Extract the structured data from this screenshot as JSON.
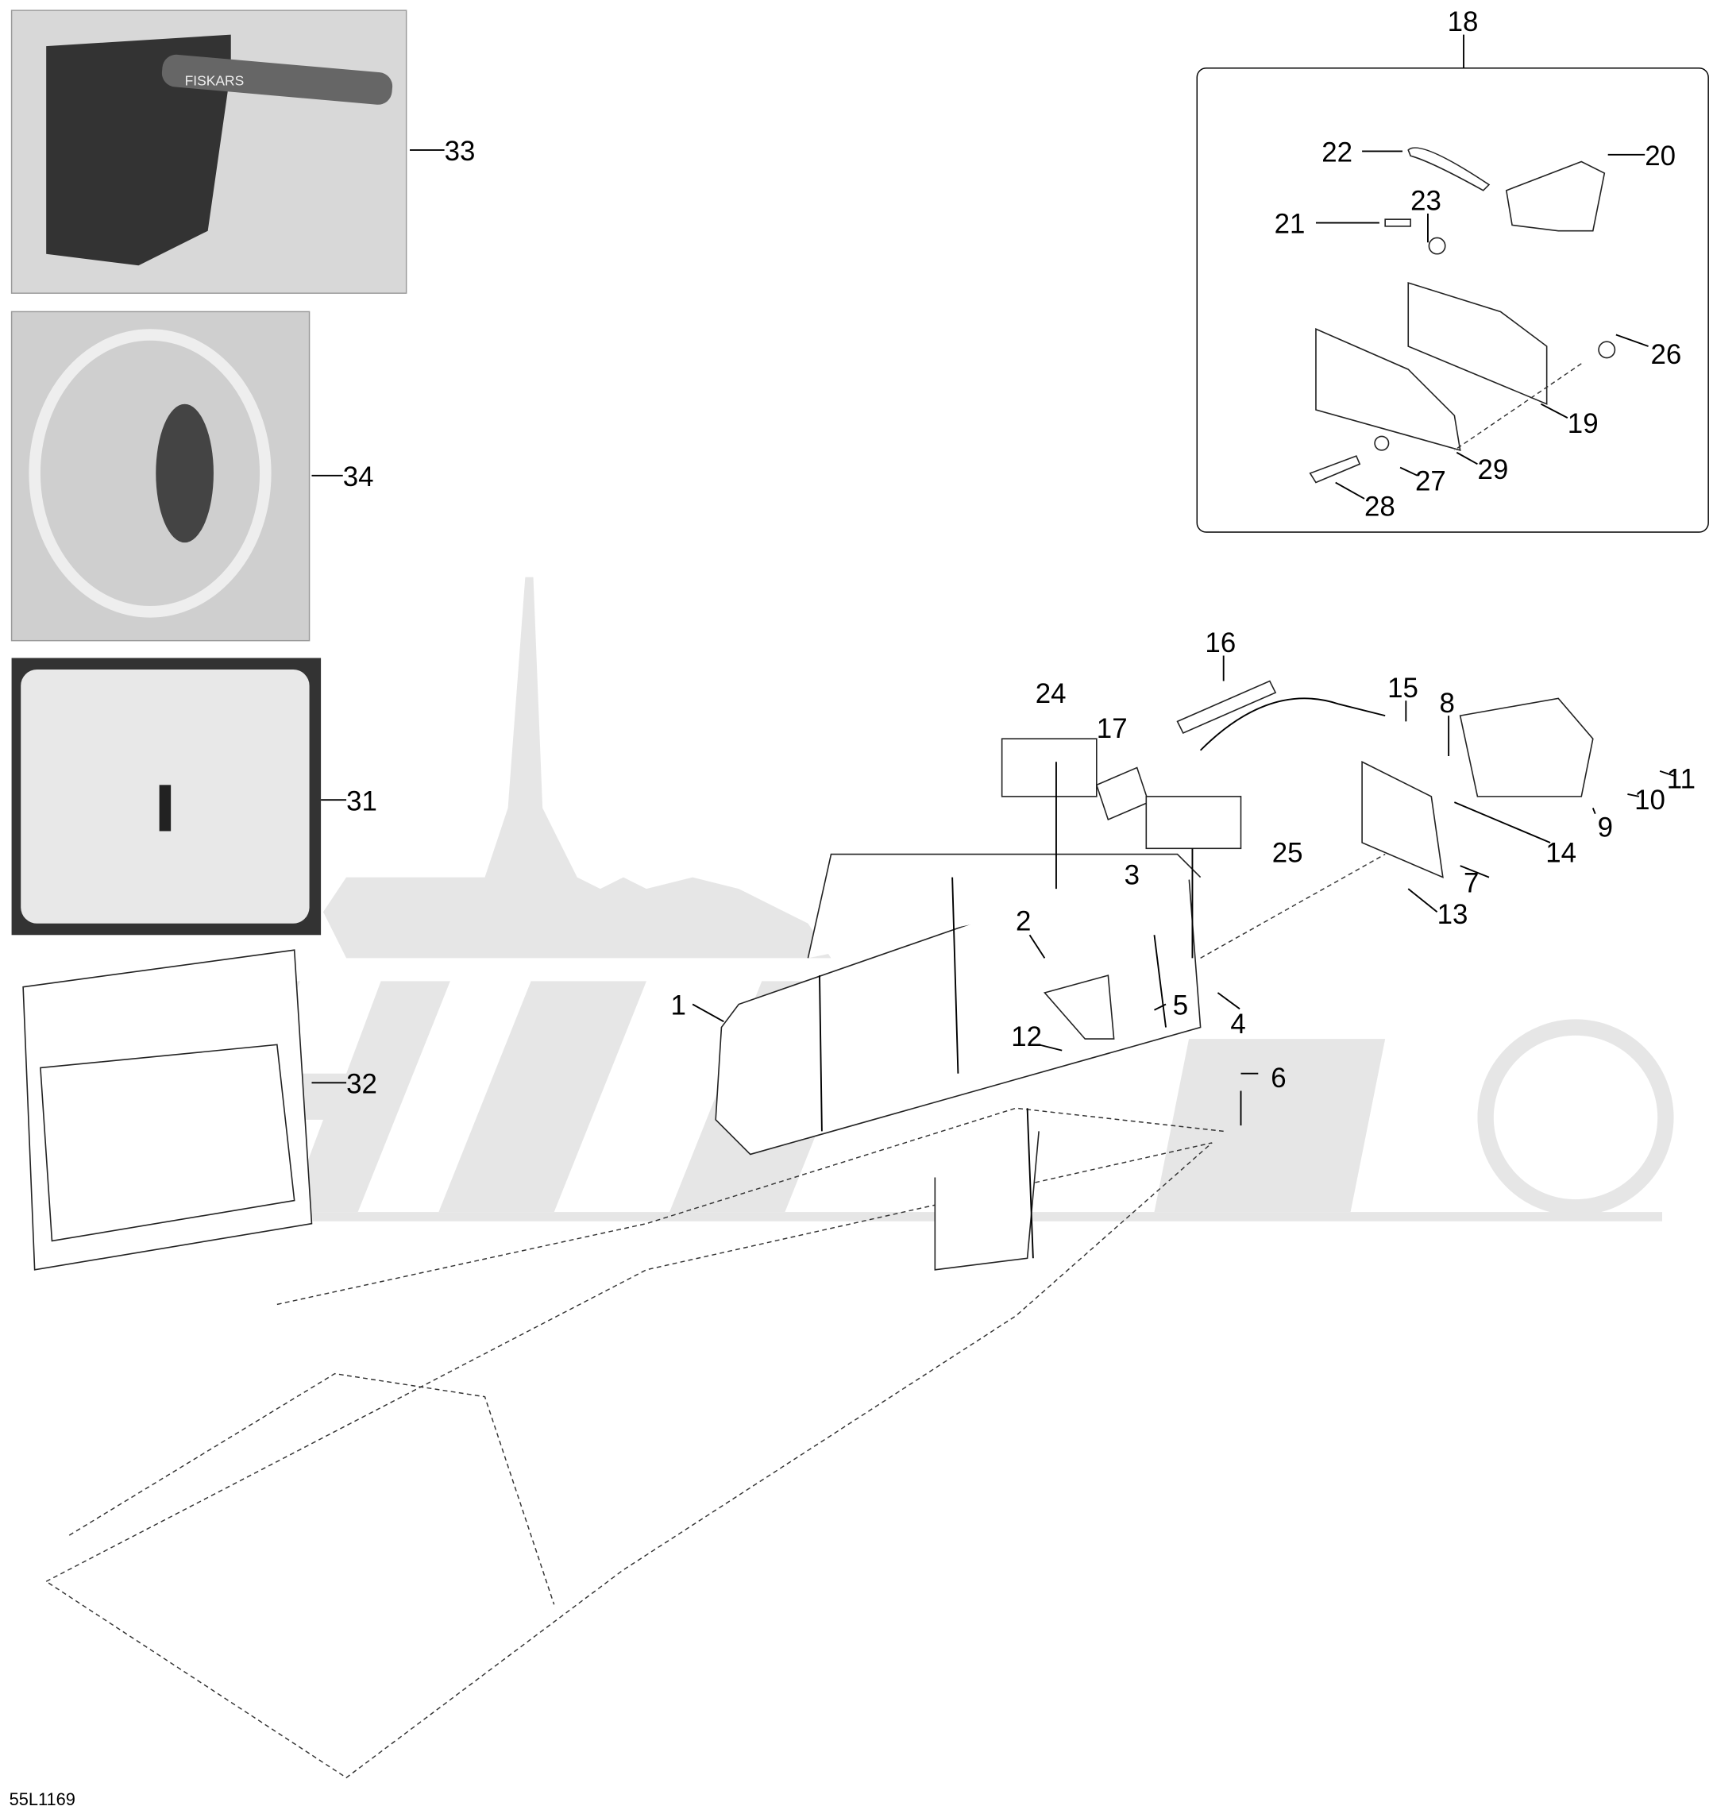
{
  "diagram_code": "55L1169",
  "callouts": {
    "c1": "1",
    "c2": "2",
    "c3": "3",
    "c4": "4",
    "c5": "5",
    "c6": "6",
    "c7": "7",
    "c8": "8",
    "c9": "9",
    "c10": "10",
    "c11": "11",
    "c12": "12",
    "c13": "13",
    "c14": "14",
    "c15": "15",
    "c16": "16",
    "c17": "17",
    "c18": "18",
    "c19": "19",
    "c20": "20",
    "c21": "21",
    "c22": "22",
    "c23": "23",
    "c24": "24",
    "c25": "25",
    "c26": "26",
    "c27": "27",
    "c28": "28",
    "c29": "29",
    "c31": "31",
    "c32": "32",
    "c33": "33",
    "c34": "34"
  },
  "photo_brand": "FISKARS"
}
